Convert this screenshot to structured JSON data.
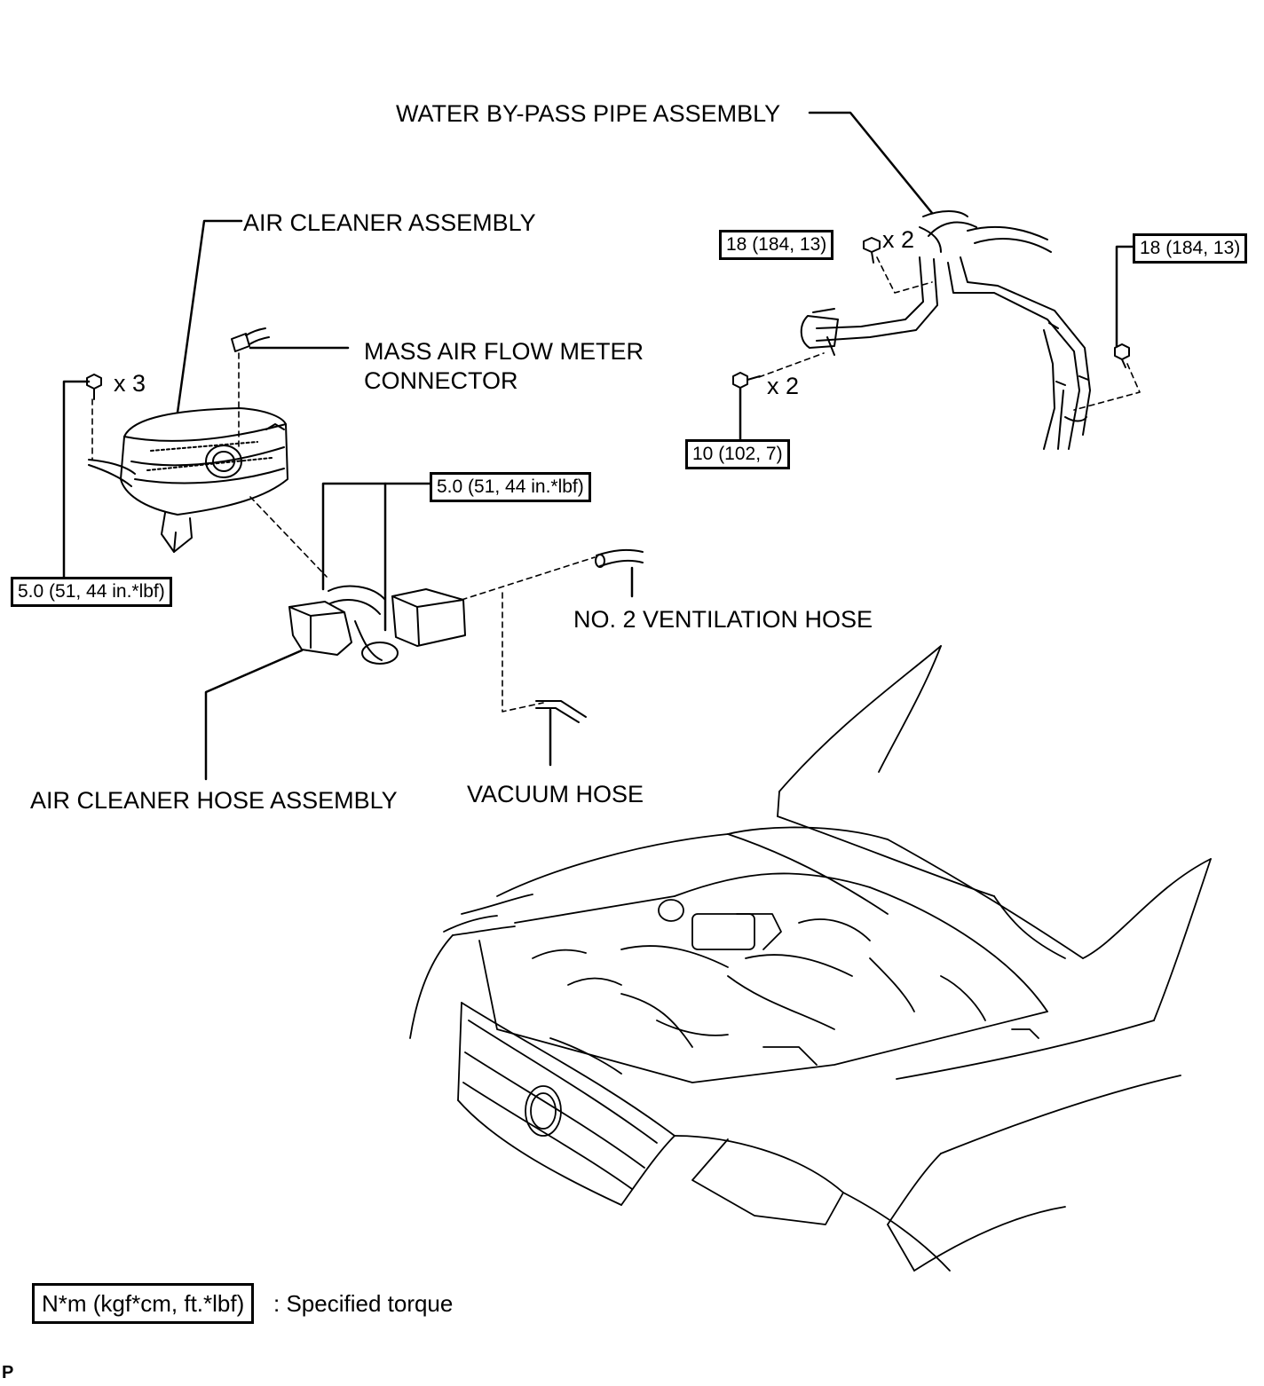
{
  "labels": {
    "water_bypass": "WATER BY-PASS PIPE ASSEMBLY",
    "air_cleaner_assy": "AIR CLEANER ASSEMBLY",
    "maf_line1": "MASS AIR FLOW METER",
    "maf_line2": "CONNECTOR",
    "ventilation_hose": "NO. 2 VENTILATION HOSE",
    "air_cleaner_hose": "AIR CLEANER HOSE ASSEMBLY",
    "vacuum_hose": "VACUUM HOSE"
  },
  "torques": {
    "bypass_left": "18 (184, 13)",
    "bypass_right": "18 (184, 13)",
    "bypass_bottom": "10 (102, 7)",
    "hose_clamp": "5.0 (51, 44 in.*lbf)",
    "cleaner_bolts": "5.0 (51, 44 in.*lbf)"
  },
  "multipliers": {
    "cleaner_bolts": "x 3",
    "bypass_top": "x 2",
    "bypass_bottom": "x 2"
  },
  "legend": {
    "unit": "N*m (kgf*cm, ft.*lbf)",
    "meaning": ": Specified torque"
  },
  "page_code": "P"
}
